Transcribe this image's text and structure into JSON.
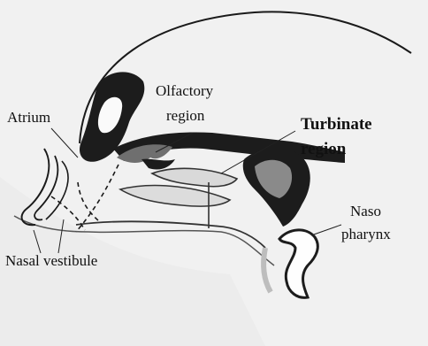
{
  "diagram": {
    "labels": {
      "atrium": "Atrium",
      "olfactory_line1": "Olfactory",
      "olfactory_line2": "region",
      "turbinate_line1": "Turbinate",
      "turbinate_line2": "region",
      "naso_line1": "Naso",
      "naso_line2": "pharynx",
      "nasal_vestibule": "Nasal vestibule"
    }
  }
}
